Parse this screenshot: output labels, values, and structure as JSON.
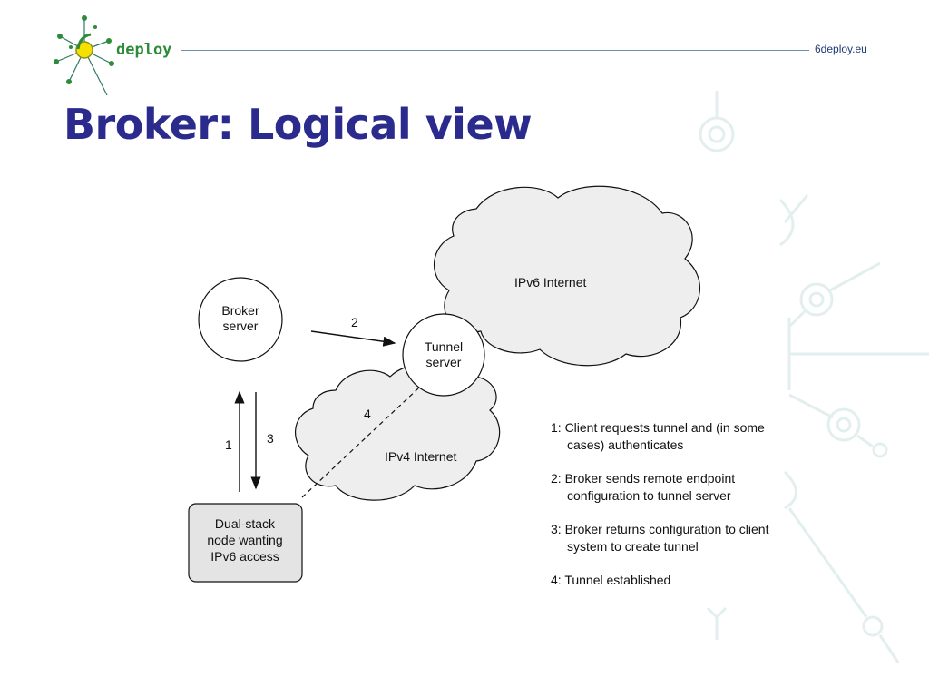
{
  "header": {
    "logo_text": "deploy",
    "url": "6deploy.eu"
  },
  "title": "Broker: Logical view",
  "diagram": {
    "nodes": {
      "broker_server": [
        "Broker",
        "server"
      ],
      "tunnel_server": [
        "Tunnel",
        "server"
      ],
      "client_node": [
        "Dual-stack",
        "node wanting",
        "IPv6 access"
      ]
    },
    "clouds": {
      "ipv6": "IPv6 Internet",
      "ipv4": "IPv4 Internet"
    },
    "arrow_labels": {
      "step1": "1",
      "step2": "2",
      "step3": "3",
      "step4": "4"
    }
  },
  "legend": [
    "1: Client requests tunnel and (in some cases) authenticates",
    "2: Broker sends remote endpoint configuration to tunnel server",
    "3: Broker returns configuration to client system to create tunnel",
    "4: Tunnel established"
  ],
  "colors": {
    "title": "#2b2b8e",
    "cloud_fill": "#eeeeee",
    "client_box_fill": "#e4e4e4",
    "decor": "#e3efee",
    "logo_green": "#2e8b3a",
    "logo_yellow": "#f5e000"
  }
}
